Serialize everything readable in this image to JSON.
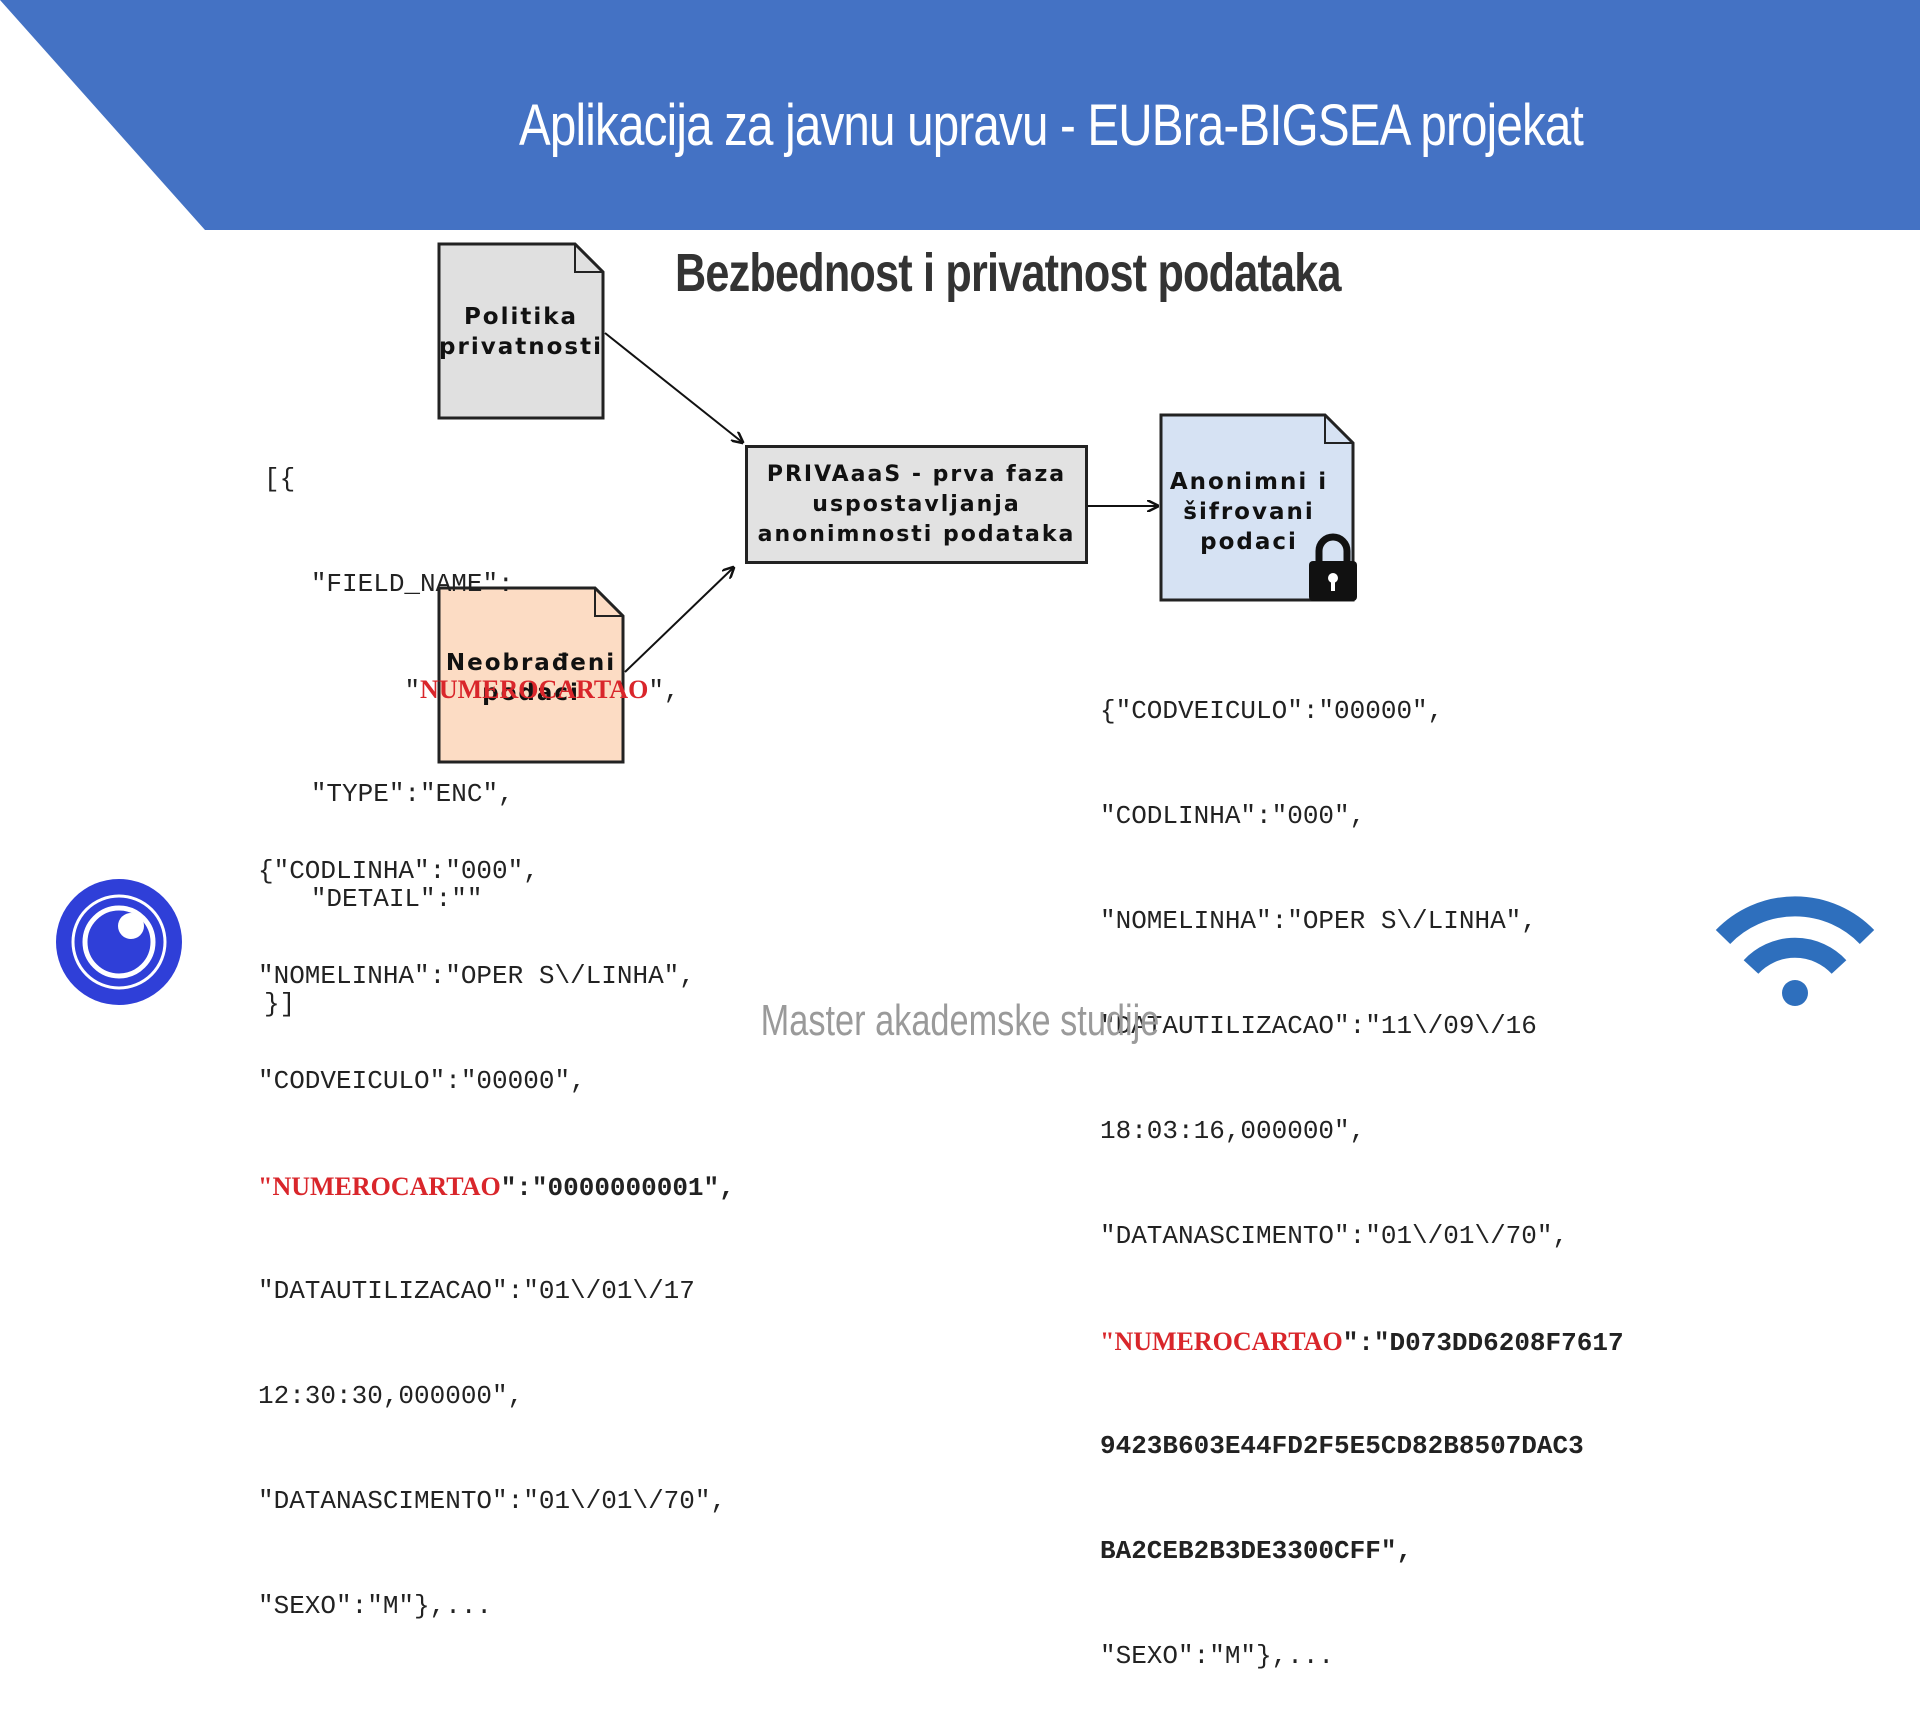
{
  "header": {
    "title": "Aplikacija za javnu upravu - EUBra-BIGSEA projekat",
    "subtitle": "Bezbednost i privatnost podataka",
    "banner_color": "#4472c4"
  },
  "diagram": {
    "policy_doc": {
      "lines": [
        "Politika",
        "privatnosti"
      ],
      "fill": "#e0e0e0"
    },
    "raw_doc": {
      "lines": [
        "Neobrađeni",
        "podaci"
      ],
      "fill": "#fcdcc4"
    },
    "process": {
      "lines": [
        "PRIVAaaS - prva faza",
        "uspostavljanja",
        "anonimnosti podataka"
      ],
      "fill": "#e2e2e2"
    },
    "output_doc": {
      "lines": [
        "Anonimni i",
        "šifrovani",
        "podaci"
      ],
      "fill": "#d6e2f3",
      "icon": "lock-icon"
    }
  },
  "policy_json": {
    "open": "[{",
    "field_key": "\"FIELD_NAME\":",
    "field_value_q1": "\"",
    "field_value": "NUMEROCARTAO",
    "field_value_q2": "\",",
    "type_line": "\"TYPE\":\"ENC\",",
    "detail_line": "\"DETAIL\":\"\"",
    "close": "}]"
  },
  "raw_json": {
    "l1": "{\"CODLINHA\":\"000\",",
    "l2": "\"NOMELINHA\":\"OPER S\\/LINHA\",",
    "l3": "\"CODVEICULO\":\"00000\",",
    "l4_q": "\"",
    "l4_key": "NUMEROCARTAO",
    "l4_rest": "\":\"0000000001\",",
    "l5": "\"DATAUTILIZACAO\":\"01\\/01\\/17",
    "l6": "12:30:30,000000\",",
    "l7": "\"DATANASCIMENTO\":\"01\\/01\\/70\",",
    "l8": "\"SEXO\":\"M\"},..."
  },
  "anon_json": {
    "l1": "{\"CODVEICULO\":\"00000\",",
    "l2": "\"CODLINHA\":\"000\",",
    "l3": "\"NOMELINHA\":\"OPER S\\/LINHA\",",
    "l4": "\"DATAUTILIZACAO\":\"11\\/09\\/16",
    "l5": "18:03:16,000000\",",
    "l6": "\"DATANASCIMENTO\":\"01\\/01\\/70\",",
    "l7_q": "\"",
    "l7_key": "NUMEROCARTAO",
    "l7_rest": "\":\"D073DD6208F7617",
    "l8": "9423B603E44FD2F5E5CD82B8507DAC3",
    "l9": "BA2CEB2B3DE3300CFF\",",
    "l10": "\"SEXO\":\"M\"},..."
  },
  "footer": {
    "text": "Master akademske studije"
  },
  "logos": {
    "left": "eye-logo-icon",
    "right": "wifi-icon",
    "logo_color": "#2f3fd8",
    "wifi_color": "#2e6fbd"
  }
}
